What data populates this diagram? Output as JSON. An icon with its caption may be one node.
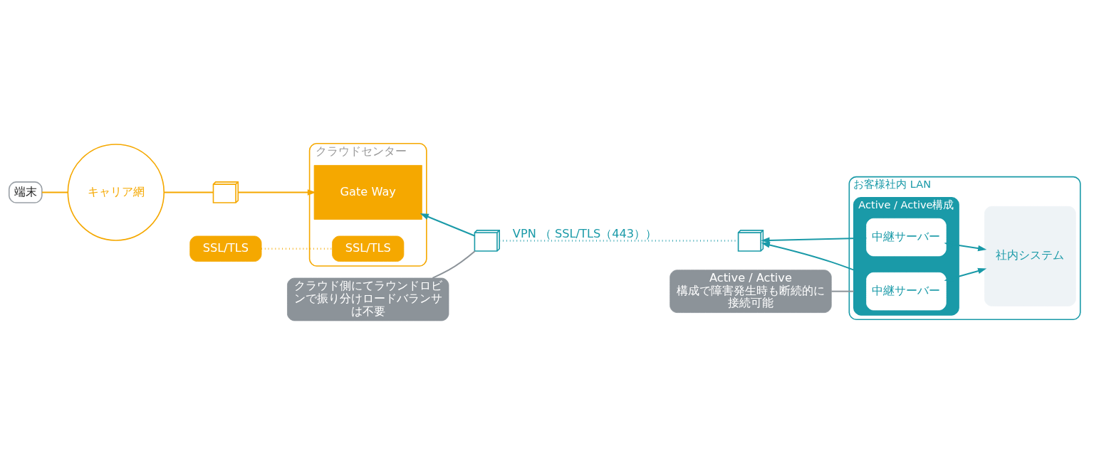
{
  "diagram": {
    "nodes": [
      {
        "text": [
          "クラウドセンター"
        ]
      },
      {
        "text": [
          "端末"
        ]
      },
      {
        "text": [
          "キャリア網"
        ]
      },
      {
        "text": [],
        "shape": "firewall"
      },
      {
        "text": [
          "Gate Way"
        ],
        "in": 0
      },
      {
        "text": [],
        "shape": "firewall"
      },
      {
        "text": [],
        "shape": "firewall"
      },
      {
        "text": [
          "お客様社内 LAN"
        ]
      },
      {
        "text": [
          "Active / Active構成"
        ],
        "in": 7
      },
      {
        "text": [
          "中継サーバー"
        ],
        "in": 8
      },
      {
        "text": [
          "中継サーバー"
        ],
        "in": 8
      },
      {
        "text": [
          "社内システム"
        ],
        "in": 7
      },
      {
        "text": [
          "SSL/TLS"
        ]
      },
      {
        "text": [
          "SSL/TLS"
        ],
        "in": 0
      },
      {
        "text": [
          "クラウド側にてラウンドロビンで振り分けロードバランサは不要"
        ]
      },
      {
        "text": [
          "Active / Active構成で障害発生時も断続的に接続可能"
        ]
      }
    ],
    "edges": [
      {
        "from": 1,
        "to": 2,
        "arrow": "none",
        "color": "#f5a800"
      },
      {
        "from": 2,
        "to": 3,
        "arrow": "none",
        "color": "#f5a800"
      },
      {
        "from": 3,
        "to": 4,
        "arrow": "to",
        "color": "#f5a800"
      },
      {
        "from": 5,
        "to": 4,
        "arrow": "to"
      },
      {
        "from": 5,
        "to": 6,
        "arrow": "none",
        "label": "VPN （ SSL/TLS（443））",
        "style": "dashed"
      },
      {
        "from": 9,
        "to": 6,
        "arrow": "to"
      },
      {
        "from": 10,
        "to": 6,
        "arrow": "to"
      },
      {
        "from": 9,
        "to": 11,
        "arrow": "both"
      },
      {
        "from": 10,
        "to": 11,
        "arrow": "both"
      },
      {
        "from": 12,
        "to": 13,
        "arrow": "none",
        "style": "dashed",
        "color": "#f5a800"
      },
      {
        "from": 14,
        "to": 5,
        "arrow": "none",
        "color": "#8c9399"
      },
      {
        "from": 15,
        "to": 8,
        "arrow": "none",
        "color": "#8c9399"
      }
    ]
  }
}
